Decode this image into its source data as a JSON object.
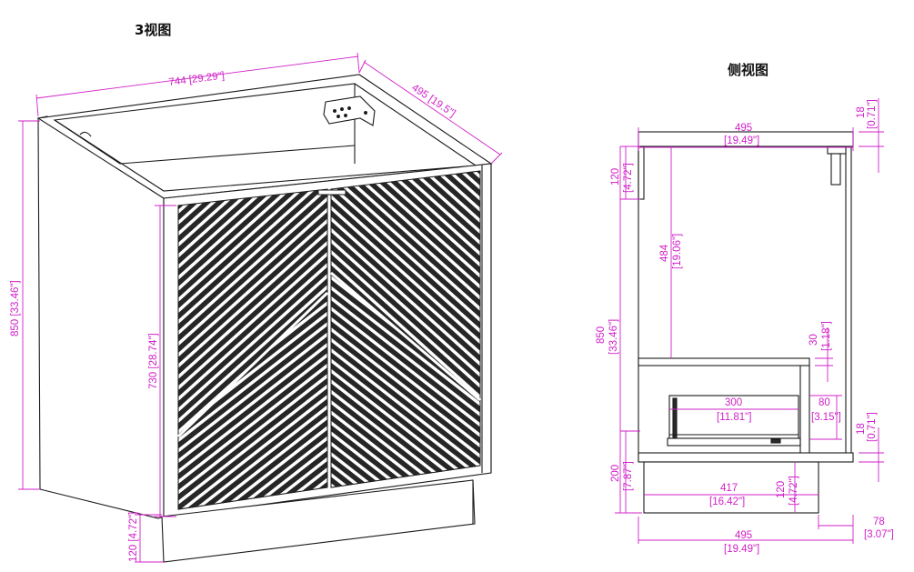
{
  "titles": {
    "view3": "3视图",
    "side": "侧视图"
  },
  "colors": {
    "line": "#1a1a1a",
    "dimension": "#d021c8",
    "panel": "#2a2a2a"
  },
  "view3_dims": {
    "width": "744 [29.29\"]",
    "depth": "495 [19.5\"]",
    "height": "850 [33.46\"]",
    "door_height": "730 [28.74\"]",
    "plinth": "120 [4.72\"]"
  },
  "side_dims": {
    "top_depth": "495",
    "top_depth_in": "[19.49\"]",
    "top_thickness": "18",
    "top_thickness_in": "[0.71\"]",
    "rail": "120",
    "rail_in": "[4.72\"]",
    "upper_space": "484",
    "upper_space_in": "[19.06\"]",
    "total_height": "850",
    "total_height_in": "[33.46\"]",
    "shelf": "30",
    "shelf_in": "[1.18\"]",
    "drawer_depth": "300",
    "drawer_depth_in": "[11.81\"]",
    "drawer_height": "80",
    "drawer_height_in": "[3.15\"]",
    "bottom_thickness": "18",
    "bottom_thickness_in": "[0.71\"]",
    "bottom_space": "200",
    "bottom_space_in": "[7.87\"]",
    "plinth_depth": "417",
    "plinth_depth_in": "[16.42\"]",
    "plinth_height": "120",
    "plinth_height_in": "[4.72\"]",
    "toe_recess": "78",
    "toe_recess_in": "[3.07\"]",
    "base_depth": "495",
    "base_depth_in": "[19.49\"]"
  }
}
